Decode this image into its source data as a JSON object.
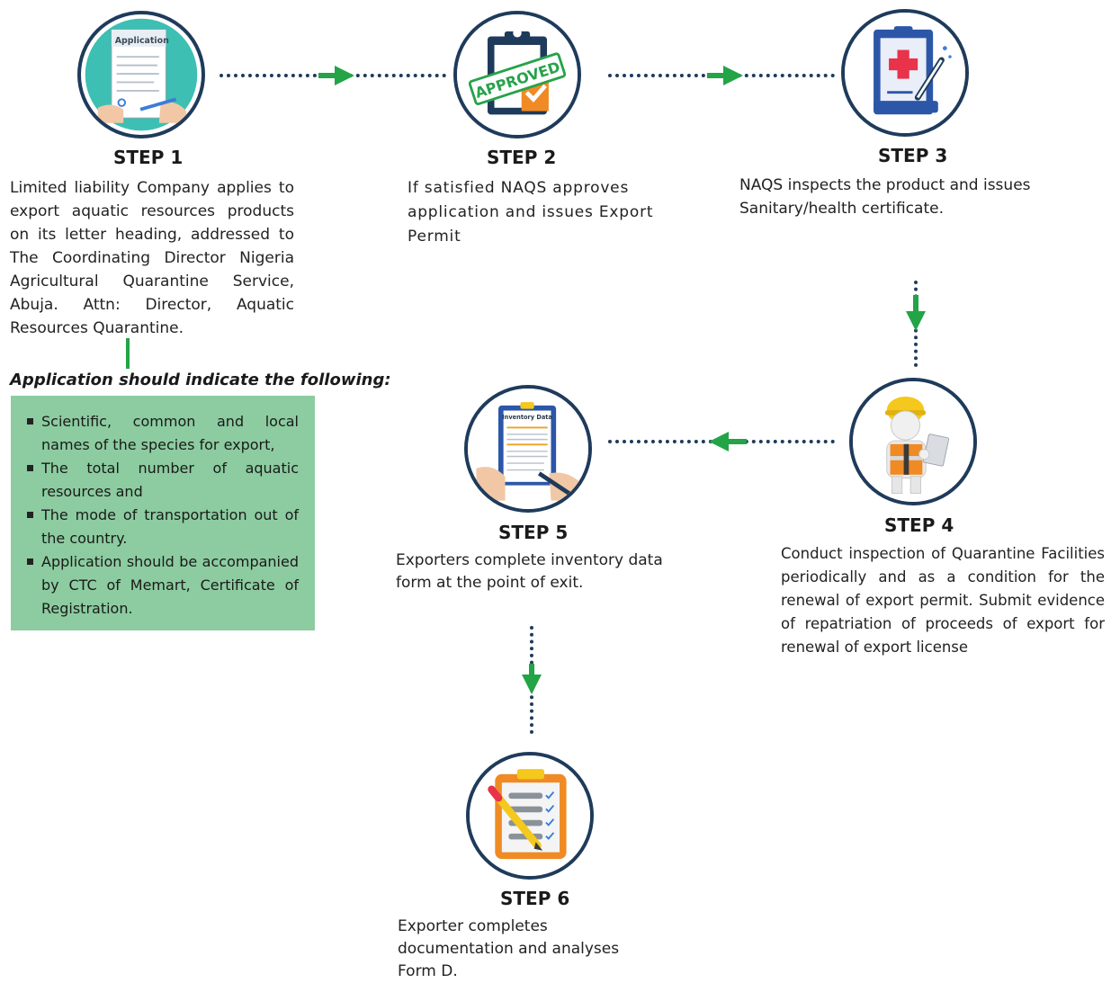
{
  "steps": [
    {
      "title": "STEP 1",
      "icon": "application-form-icon",
      "description": "Limited liability Company applies to export aquatic resources products on its letter heading, addressed to The Coordinating Director Nigeria Agricultural Quarantine Service, Abuja. Attn: Director, Aquatic Resources Quarantine.",
      "icon_label": "Application"
    },
    {
      "title": "STEP 2",
      "icon": "approved-clipboard-icon",
      "description": "If satisfied NAQS approves application and issues Export Permit",
      "icon_label": "APPROVED"
    },
    {
      "title": "STEP 3",
      "icon": "medical-certificate-icon",
      "description": "NAQS inspects the product and issues Sanitary/health certificate."
    },
    {
      "title": "STEP 4",
      "icon": "inspector-worker-icon",
      "description": "Conduct inspection of Quarantine Facilities periodically and as a condition for the renewal of export permit. Submit evidence of repatriation of proceeds of export for renewal of export license"
    },
    {
      "title": "STEP 5",
      "icon": "inventory-data-icon",
      "description": "Exporters complete inventory data form at the point of exit.",
      "icon_label": "Inventory Data"
    },
    {
      "title": "STEP 6",
      "icon": "checklist-pencil-icon",
      "description": "Exporter completes documentation and analyses Form D."
    }
  ],
  "application_note": {
    "heading": "Application should indicate the following:",
    "items": [
      "Scientific, common and local names of the species for export,",
      "The total number of aquatic resources and",
      "The mode of transportation out of the country.",
      "Application should be accompanied by CTC of Memart, Certificate of Registration."
    ]
  },
  "colors": {
    "connector": "#1f3b5b",
    "arrow": "#22a447",
    "note_box": "#8ccca0",
    "circle_border": "#1f3b5b"
  }
}
